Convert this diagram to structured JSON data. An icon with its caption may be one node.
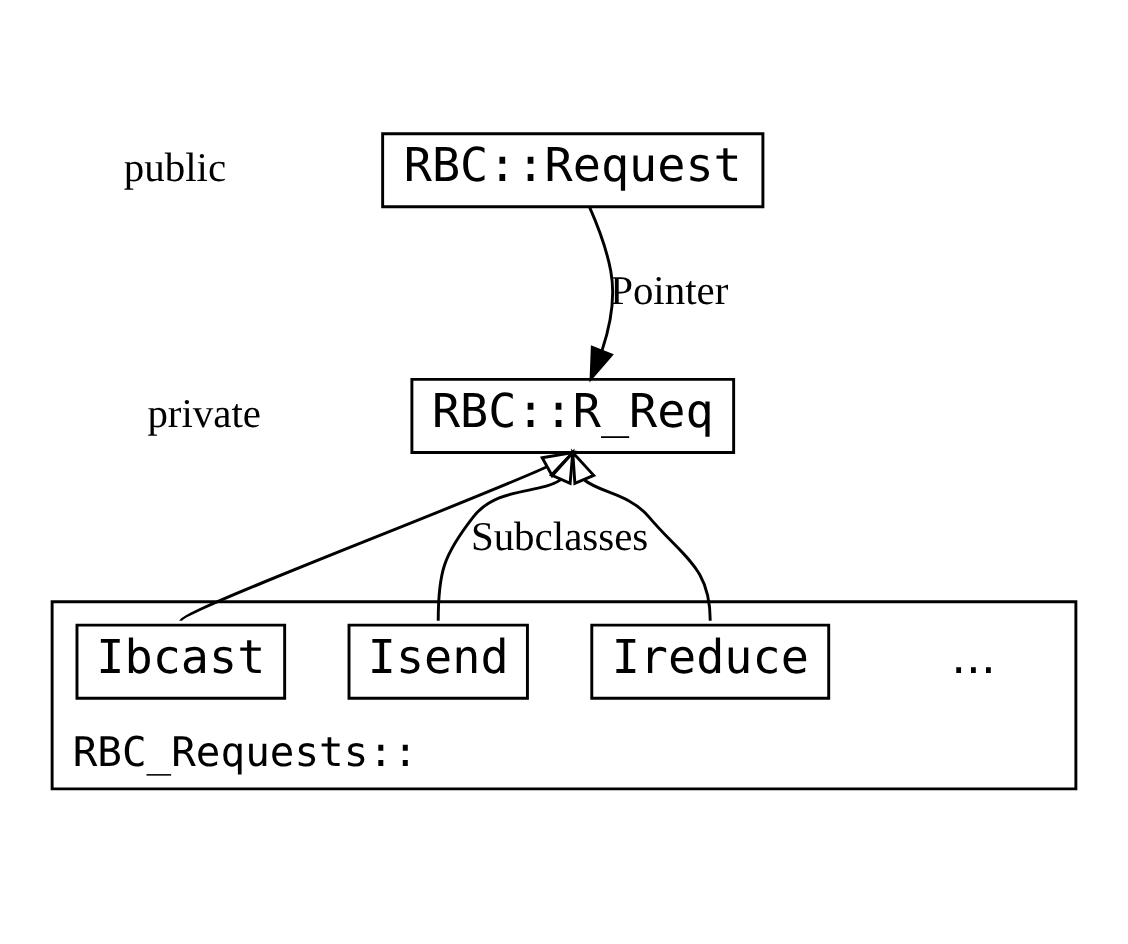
{
  "diagram": {
    "nodes": [
      {
        "text": [
          "RBC::Request"
        ]
      },
      {
        "text": [
          "RBC::R_Req"
        ]
      },
      {
        "text": [
          "RBC_Requests::"
        ]
      },
      {
        "text": [
          "Ibcast"
        ],
        "in": 2
      },
      {
        "text": [
          "Isend"
        ],
        "in": 2
      },
      {
        "text": [
          "Ireduce"
        ],
        "in": 2
      }
    ],
    "edges": [
      {
        "from": 0,
        "to": 1,
        "arrow": "to",
        "label": "Pointer"
      },
      {
        "from": 3,
        "to": 1,
        "arrow": "to"
      },
      {
        "from": 4,
        "to": 1,
        "arrow": "to",
        "label": "Subclasses"
      },
      {
        "from": 5,
        "to": 1,
        "arrow": "to"
      }
    ],
    "labels": [
      "public",
      "private",
      "..."
    ]
  }
}
